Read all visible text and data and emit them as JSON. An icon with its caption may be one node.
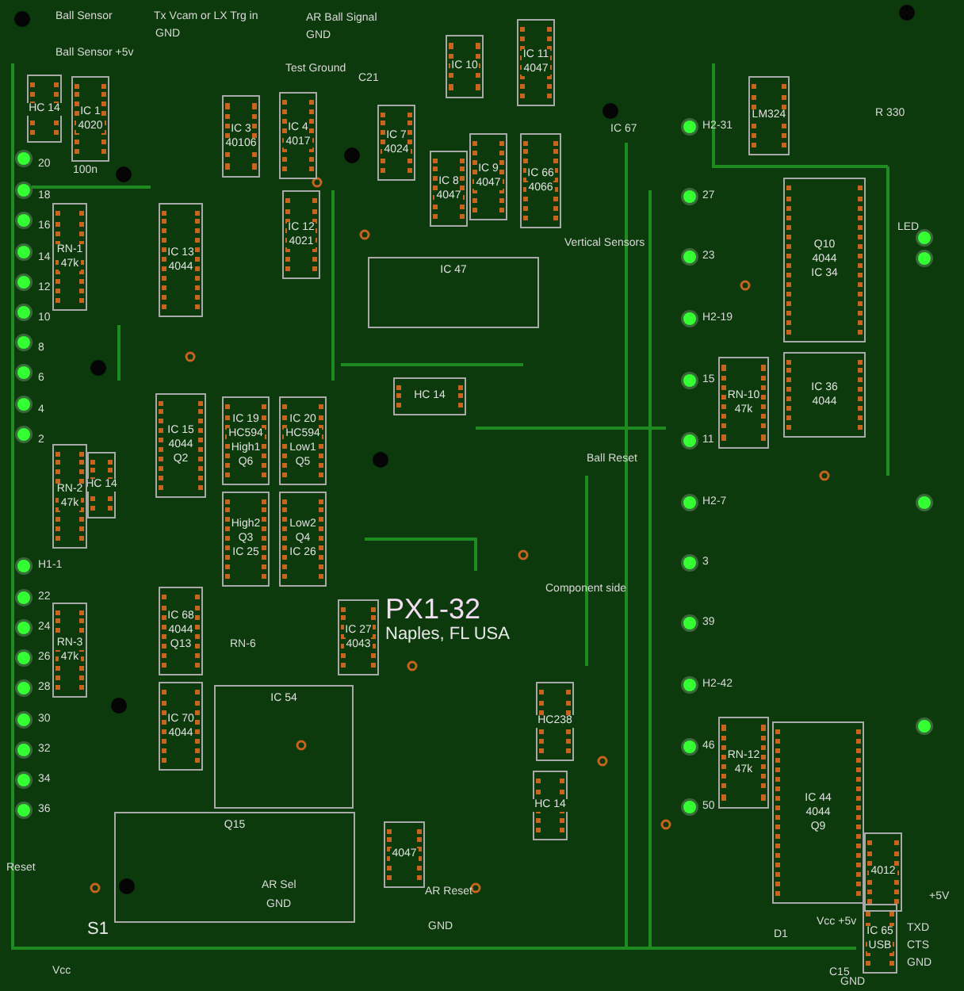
{
  "diagram": {
    "nodes": [
      {
        "text": [
          "IC 1",
          "4020"
        ]
      },
      {
        "text": [
          "HC 14"
        ]
      },
      {
        "text": [
          "IC 3",
          "40106"
        ]
      },
      {
        "text": [
          "IC 4",
          "4017"
        ]
      },
      {
        "text": [
          "IC 7",
          "4024"
        ]
      },
      {
        "text": [
          "IC 8",
          "4047"
        ]
      },
      {
        "text": [
          "IC 10"
        ]
      },
      {
        "text": [
          "IC 11",
          "4047"
        ]
      },
      {
        "text": [
          "IC 9",
          "4047"
        ]
      },
      {
        "text": [
          "IC 66",
          "4066"
        ]
      },
      {
        "text": [
          "IC 13",
          "4044"
        ]
      },
      {
        "text": [
          "IC 12",
          "4021"
        ]
      },
      {
        "text": [
          "IC 47"
        ]
      },
      {
        "text": [
          "LM324"
        ]
      },
      {
        "text": [
          "Q10",
          "4044",
          "IC 34"
        ]
      },
      {
        "text": [
          "IC 36",
          "4044"
        ]
      },
      {
        "text": [
          "IC 15",
          "4044",
          "Q2"
        ]
      },
      {
        "text": [
          "HC 14"
        ]
      },
      {
        "text": [
          "IC 19",
          "HC594",
          "High1",
          "Q6"
        ]
      },
      {
        "text": [
          "IC 20",
          "HC594",
          "Low1",
          "Q5"
        ]
      },
      {
        "text": [
          "High2",
          "Q3",
          "IC 25"
        ]
      },
      {
        "text": [
          "Low2",
          "Q4",
          "IC 26"
        ]
      },
      {
        "text": [
          "HC 14"
        ]
      },
      {
        "text": [
          "IC 68",
          "4044",
          "Q13"
        ]
      },
      {
        "text": [
          "IC 70",
          "4044"
        ]
      },
      {
        "text": [
          "IC 27",
          "4043"
        ]
      },
      {
        "text": [
          "IC 54"
        ]
      },
      {
        "text": [
          "Q15"
        ]
      },
      {
        "text": [
          "4047"
        ]
      },
      {
        "text": [
          "HC238"
        ]
      },
      {
        "text": [
          "HC 14"
        ]
      },
      {
        "text": [
          "IC 44",
          "4044",
          "Q9"
        ]
      },
      {
        "text": [
          "4012"
        ]
      },
      {
        "text": [
          "IC 65",
          "USB"
        ]
      },
      {
        "text": [
          "RN-1",
          "47k"
        ]
      },
      {
        "text": [
          "RN-2",
          "47k"
        ]
      },
      {
        "text": [
          "RN-3",
          "47k"
        ]
      },
      {
        "text": [
          "RN-10",
          "47k"
        ]
      },
      {
        "text": [
          "RN-12",
          "47k"
        ]
      }
    ],
    "labels": [
      "Ball Sensor",
      "Tx Vcam or LX Trg in",
      "AR Ball Signal",
      "GND",
      "GND",
      "Ball Sensor +5v",
      "Test Ground",
      "C21",
      "R 330",
      "LED",
      "IC 67",
      "100n",
      "20",
      "18",
      "16",
      "14",
      "12",
      "10",
      "8",
      "6",
      "4",
      "2",
      "H2-31",
      "27",
      "23",
      "H2-19",
      "15",
      "11",
      "H2-7",
      "3",
      "39",
      "H2-42",
      "46",
      "50",
      "H1-1",
      "22",
      "24",
      "26",
      "28",
      "30",
      "32",
      "34",
      "36",
      "Vertical Sensors",
      "Ball Reset",
      "RN-6",
      "PX1-32",
      "Naples, FL USA",
      "Component side",
      "Reset",
      "S1",
      "Vcc",
      "AR Sel",
      "GND",
      "AR Reset",
      "GND",
      "D1",
      "Vcc +5v",
      "+5V",
      "TXD",
      "CTS",
      "GND",
      "C15",
      "GND"
    ]
  }
}
